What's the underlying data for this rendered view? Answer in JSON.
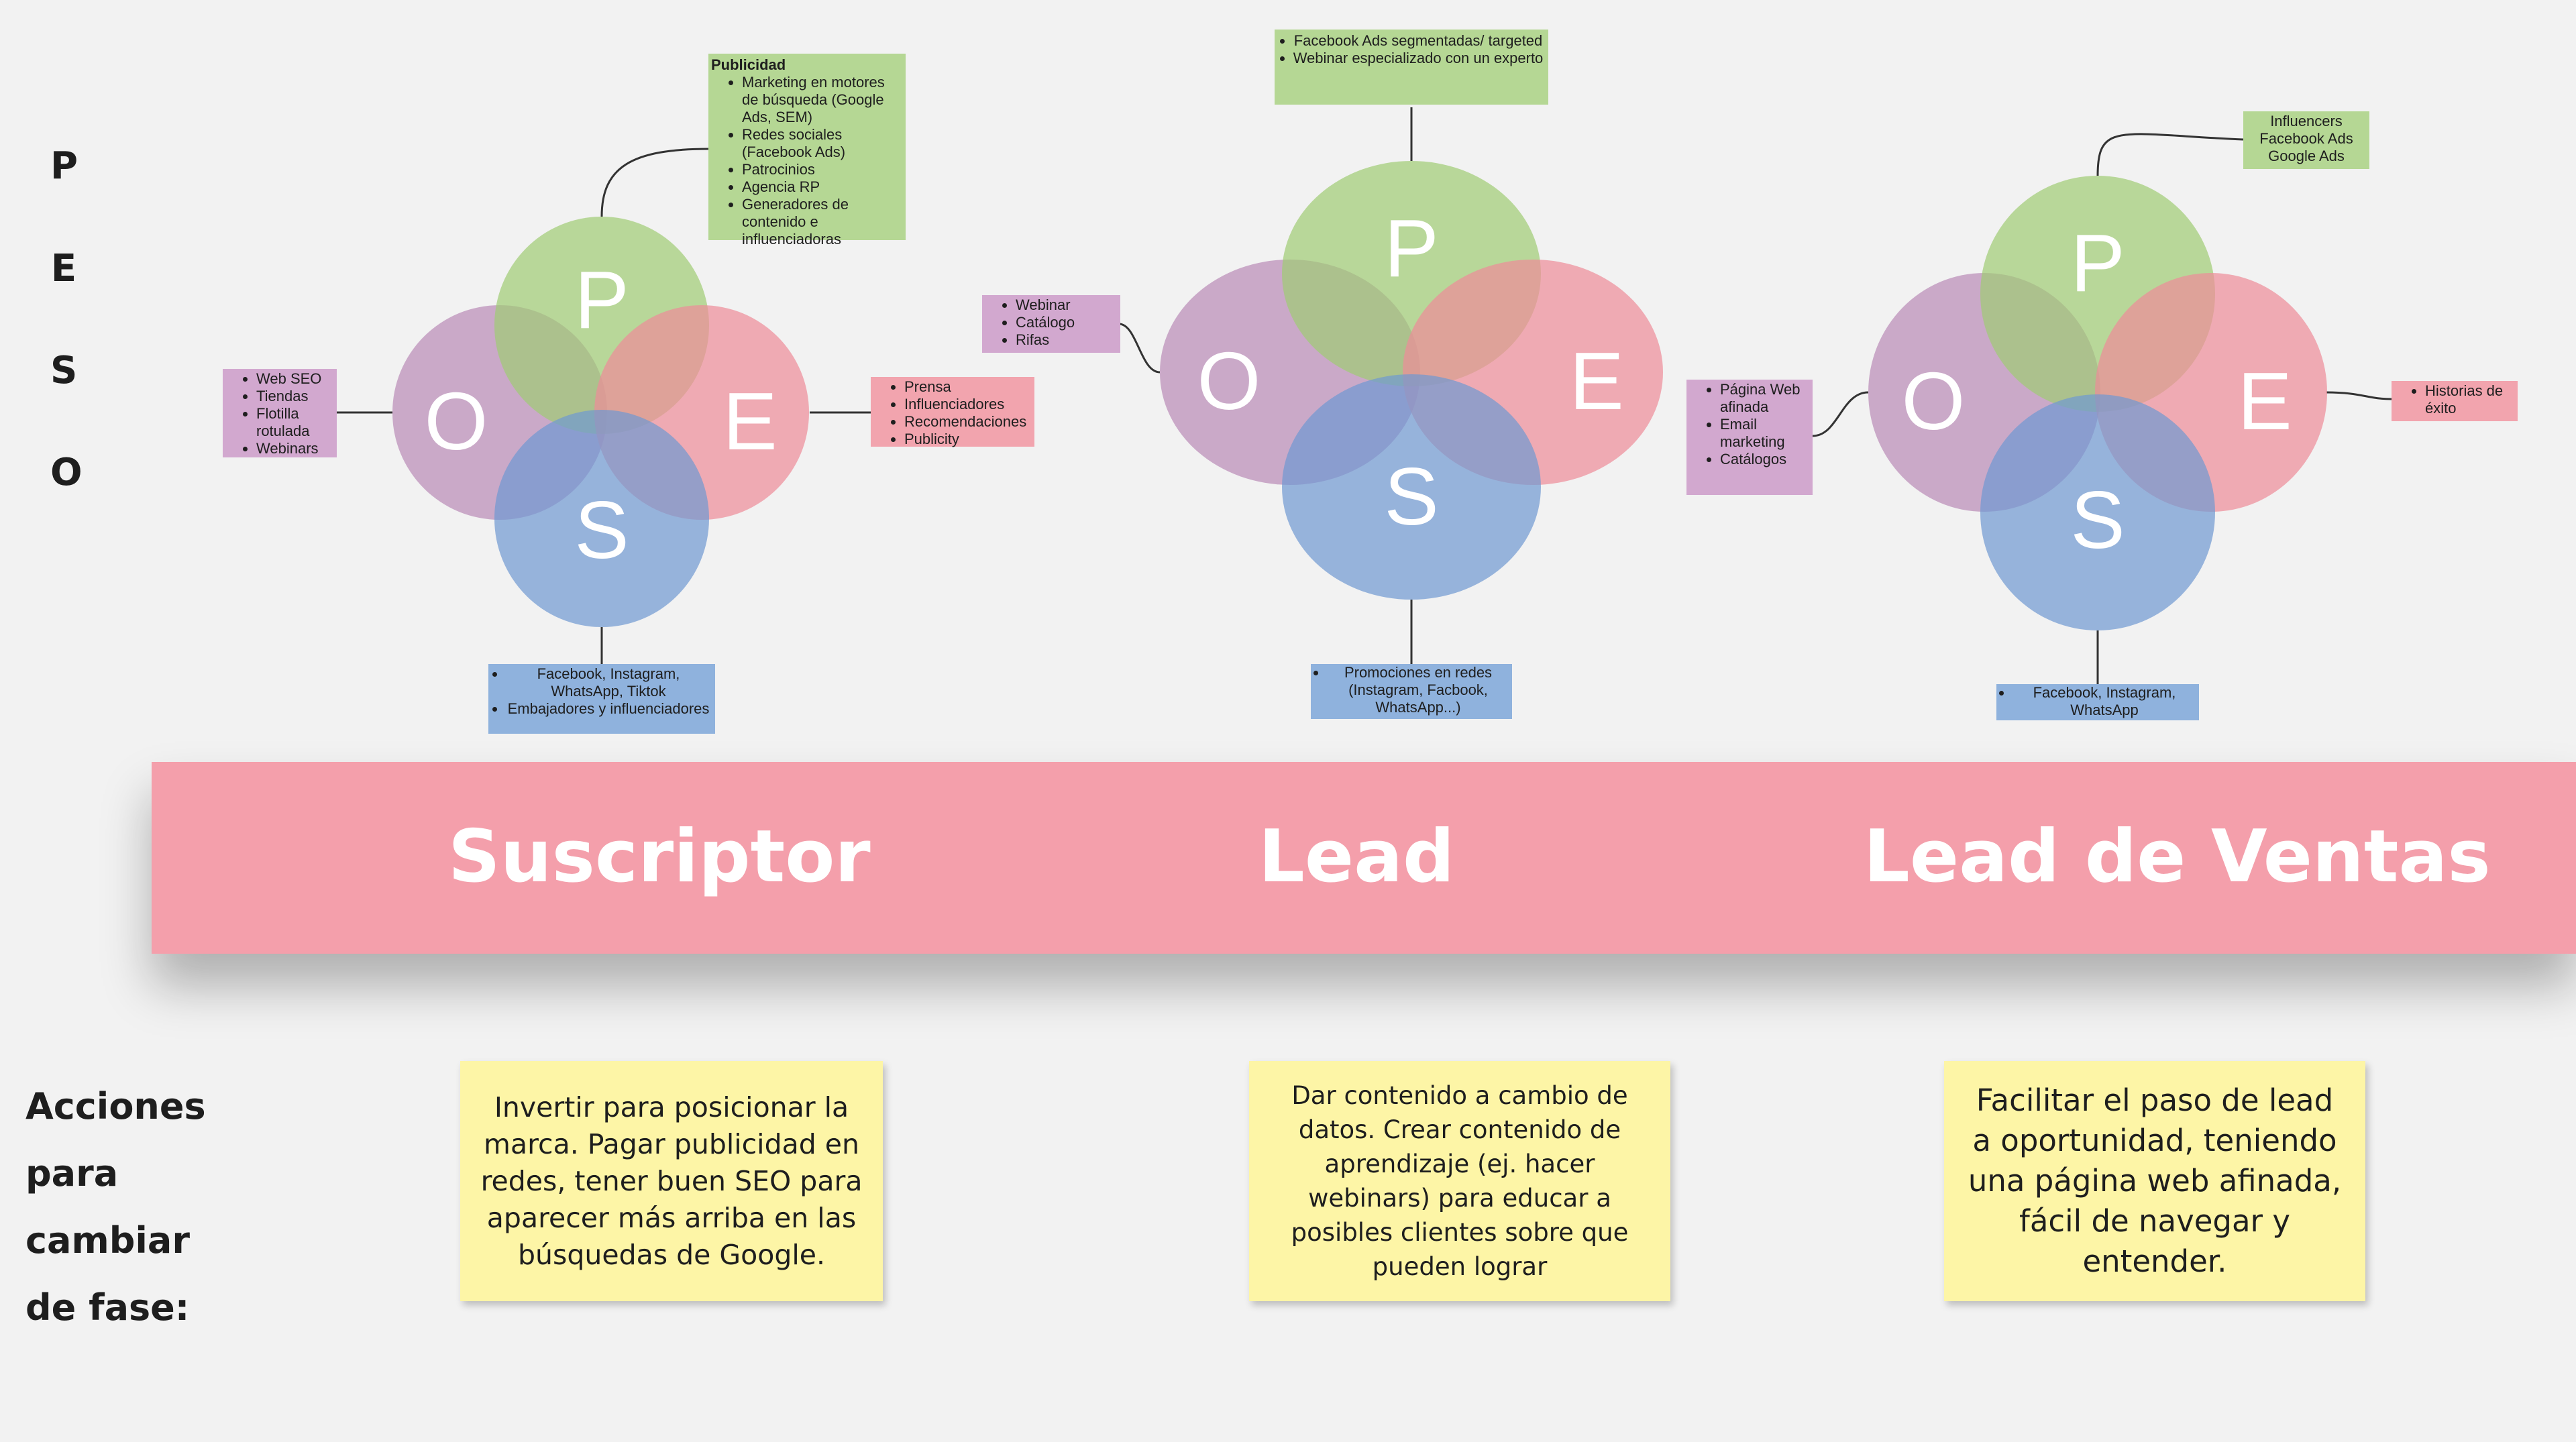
{
  "peso_letters": [
    "P",
    "E",
    "S",
    "O"
  ],
  "diagrams": [
    {
      "letters": {
        "P": "P",
        "E": "E",
        "S": "S",
        "O": "O"
      },
      "notes": {
        "p": {
          "title": "Publicidad",
          "items": [
            "Marketing en motores de búsqueda (Google Ads, SEM)",
            "Redes sociales (Facebook Ads)",
            "Patrocinios",
            "Agencia RP",
            "Generadores de contenido e influenciadoras"
          ]
        },
        "e": {
          "items": [
            "Prensa",
            "Influenciadores",
            "Recomendaciones",
            "Publicity"
          ]
        },
        "o": {
          "items": [
            "Web SEO",
            "Tiendas",
            "Flotilla rotulada",
            "Webinars"
          ]
        },
        "s": {
          "items": [
            "Facebook, Instagram, WhatsApp, Tiktok",
            "Embajadores y influenciadores"
          ]
        }
      }
    },
    {
      "letters": {
        "P": "P",
        "E": "E",
        "S": "S",
        "O": "O"
      },
      "notes": {
        "p": {
          "items": [
            "Facebook Ads segmentadas/ targeted",
            "Webinar especializado con un experto"
          ]
        },
        "o": {
          "items": [
            "Webinar",
            "Catálogo",
            "Rifas"
          ]
        },
        "s": {
          "items": [
            "Promociones en redes (Instagram, Facbook, WhatsApp...)"
          ]
        }
      }
    },
    {
      "letters": {
        "P": "P",
        "E": "E",
        "S": "S",
        "O": "O"
      },
      "notes": {
        "p": {
          "lines": [
            "Influencers",
            "Facebook Ads",
            "Google Ads"
          ]
        },
        "e": {
          "items": [
            "Historias de éxito"
          ]
        },
        "o": {
          "items": [
            "Página Web afinada",
            "Email marketing",
            "Catálogos"
          ]
        },
        "s": {
          "items": [
            "Facebook, Instagram, WhatsApp"
          ]
        }
      }
    }
  ],
  "stages": [
    "Suscriptor",
    "Lead",
    "Lead de Ventas"
  ],
  "acciones_label": [
    "Acciones",
    "para",
    "cambiar",
    "de fase:"
  ],
  "stickies": [
    "Invertir para posicionar la marca. Pagar publicidad en redes, tener buen SEO para aparecer más arriba en las búsquedas de Google.",
    "Dar contenido a cambio de datos. Crear contenido de aprendizaje (ej. hacer webinars) para educar a posibles clientes sobre que pueden lograr",
    "Facilitar el paso de lead a oportunidad, teniendo una página web afinada, fácil de navegar y entender."
  ],
  "colors": {
    "paid": "#9fcc74",
    "earned": "#ee8b98",
    "owned": "#b98ab6",
    "shared": "#6f98d2",
    "band": "#f49fab",
    "sticky": "#fdf5a6",
    "background": "#f2f2f2"
  }
}
